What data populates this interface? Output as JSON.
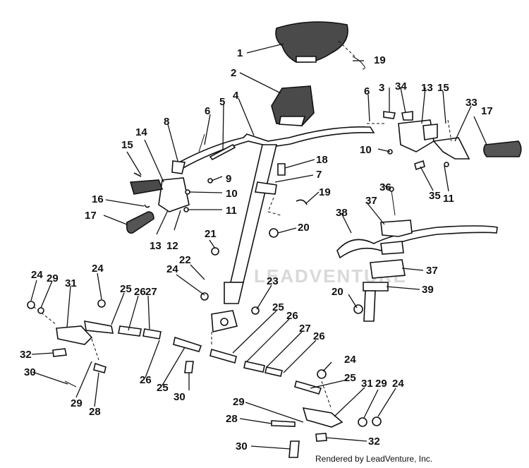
{
  "watermark": "LEADVENTURE",
  "footer": "Rendered by LeadVenture, Inc.",
  "callouts": [
    "1",
    "2",
    "3",
    "4",
    "5",
    "6",
    "6",
    "7",
    "8",
    "9",
    "10",
    "10",
    "11",
    "11",
    "12",
    "13",
    "13",
    "14",
    "15",
    "15",
    "16",
    "17",
    "17",
    "18",
    "19",
    "19",
    "20",
    "20",
    "21",
    "22",
    "23",
    "24",
    "24",
    "24",
    "24",
    "24",
    "25",
    "25",
    "25",
    "25",
    "26",
    "26",
    "26",
    "26",
    "27",
    "27",
    "28",
    "28",
    "29",
    "29",
    "29",
    "29",
    "30",
    "30",
    "30",
    "31",
    "31",
    "32",
    "32",
    "33",
    "34",
    "35",
    "36",
    "37",
    "37",
    "38",
    "39"
  ]
}
